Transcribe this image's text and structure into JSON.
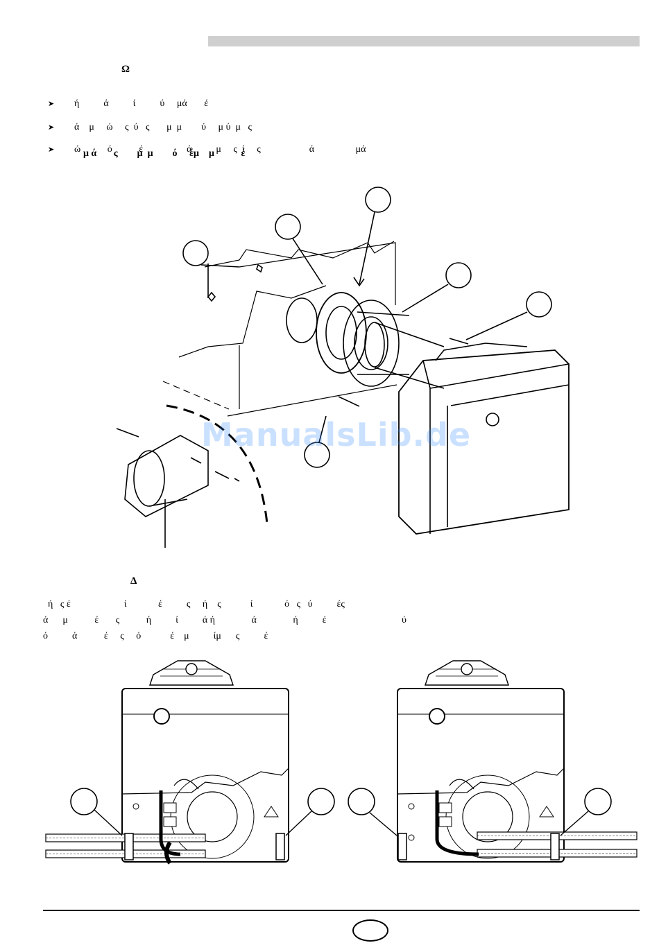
{
  "section1": {
    "heading": "Ω",
    "bullets": [
      {
        "marker": "➤",
        "text": "ή          ά          ί          ύ     μά       έ"
      },
      {
        "marker": "➤",
        "text": "ά    μ     ώ     ς  ύ   ς       μ  μ        ύ     μ ύ  μ   ς"
      },
      {
        "marker": "➤",
        "text": "ώ           ό           έ                  ά          μ     ς  ί     ς                    ά                 μά",
        "continuation": "μ ά       ς        μ  μ        ό     έμ    μ           έ"
      }
    ]
  },
  "section2": {
    "heading": "Δ",
    "lines": [
      "  ή   ς έ                      ί             έ          ς     ή    ς            ί             ό   ς   ύ          ές",
      "ά      μ           έ       ς           ή          ί          ά ή               ά               ή          έ                               ύ",
      "ό          ά           έ     ς     ό            έ    μ          ίμ      ς          έ"
    ]
  },
  "watermark": "ManualsLib.de"
}
